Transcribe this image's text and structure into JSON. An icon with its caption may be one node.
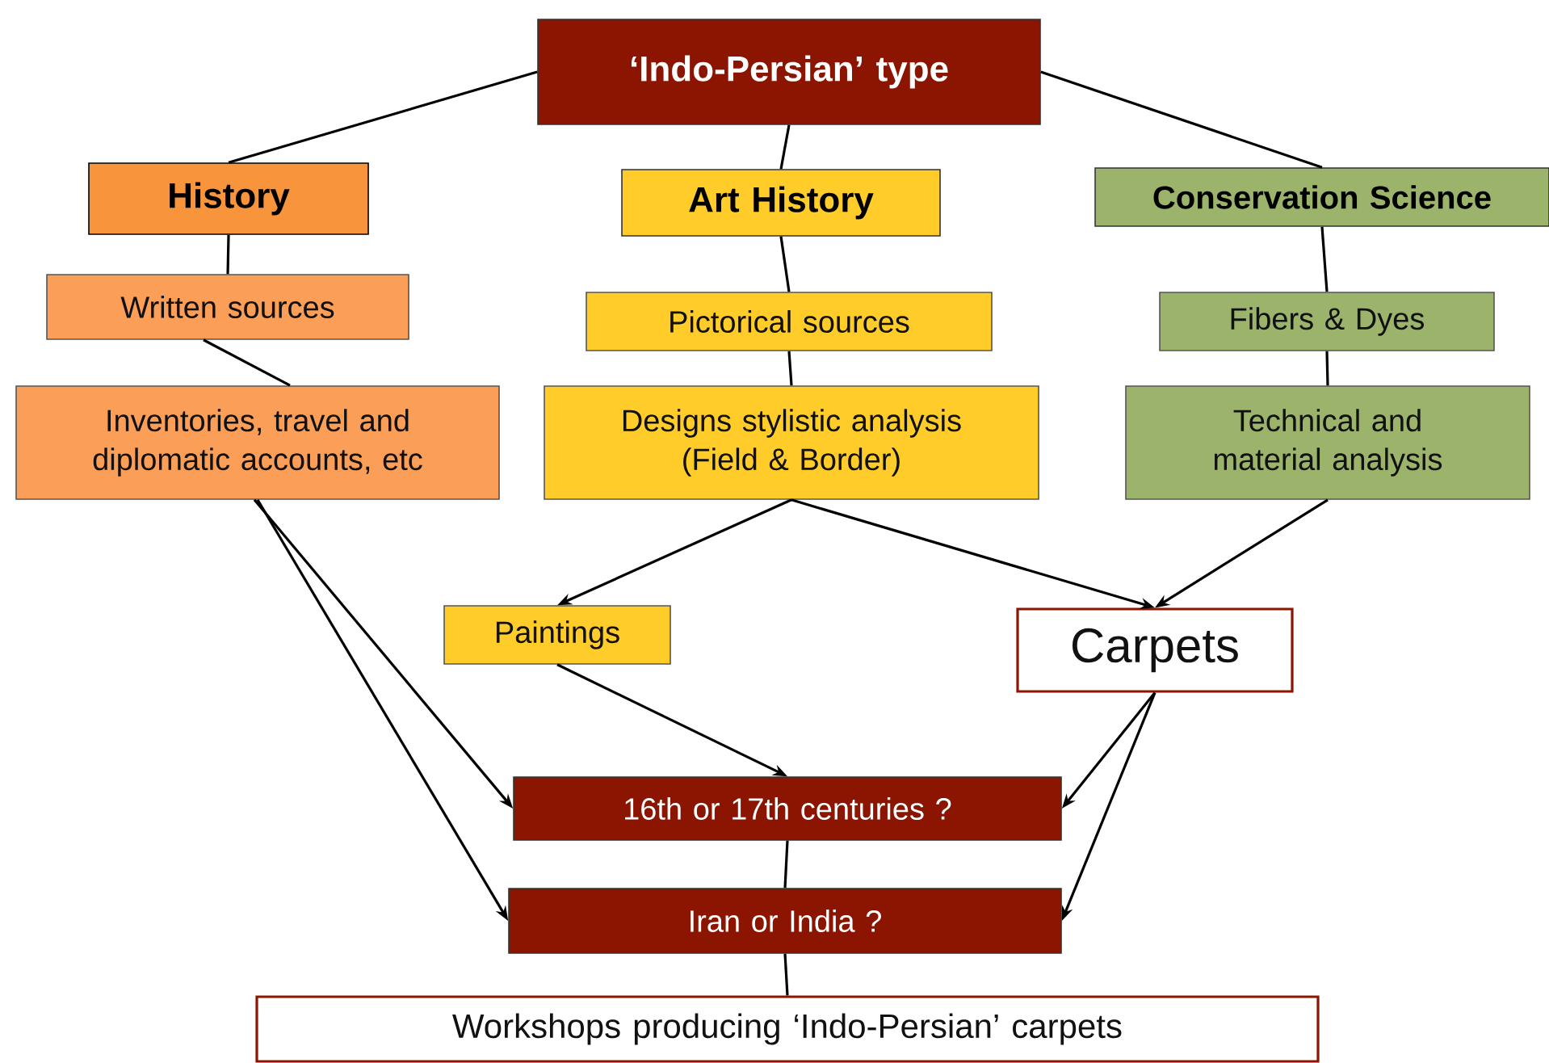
{
  "diagram": {
    "nodes": [
      {
        "text": [
          "‘Indo-Persian’ type"
        ]
      },
      {
        "text": [
          "History"
        ]
      },
      {
        "text": [
          "Art History"
        ]
      },
      {
        "text": [
          "Conservation Science"
        ]
      },
      {
        "text": [
          "Written sources"
        ]
      },
      {
        "text": [
          "Inventories, travel and diplomatic accounts, etc"
        ]
      },
      {
        "text": [
          "Pictorical sources"
        ]
      },
      {
        "text": [
          "Designs stylistic analysis (Field & Border)"
        ]
      },
      {
        "text": [
          "Fibers & Dyes"
        ]
      },
      {
        "text": [
          "Technical and material analysis"
        ]
      },
      {
        "text": [
          "Paintings"
        ]
      },
      {
        "text": [
          "Carpets"
        ]
      },
      {
        "text": [
          "16th or 17th centuries ?"
        ]
      },
      {
        "text": [
          "Iran or India ?"
        ]
      },
      {
        "text": [
          "Workshops producing ‘Indo-Persian’ carpets"
        ]
      }
    ],
    "edges": [
      {
        "from": 0,
        "to": 1,
        "arrow": "none"
      },
      {
        "from": 0,
        "to": 2,
        "arrow": "none"
      },
      {
        "from": 0,
        "to": 3,
        "arrow": "none"
      },
      {
        "from": 1,
        "to": 4,
        "arrow": "none"
      },
      {
        "from": 4,
        "to": 5,
        "arrow": "none"
      },
      {
        "from": 2,
        "to": 6,
        "arrow": "none"
      },
      {
        "from": 6,
        "to": 7,
        "arrow": "none"
      },
      {
        "from": 3,
        "to": 8,
        "arrow": "none"
      },
      {
        "from": 8,
        "to": 9,
        "arrow": "none"
      },
      {
        "from": 7,
        "to": 10,
        "arrow": "to"
      },
      {
        "from": 7,
        "to": 11,
        "arrow": "to"
      },
      {
        "from": 9,
        "to": 11,
        "arrow": "to"
      },
      {
        "from": 5,
        "to": 12,
        "arrow": "to"
      },
      {
        "from": 5,
        "to": 13,
        "arrow": "to"
      },
      {
        "from": 10,
        "to": 12,
        "arrow": "to"
      },
      {
        "from": 11,
        "to": 12,
        "arrow": "to"
      },
      {
        "from": 11,
        "to": 13,
        "arrow": "to"
      },
      {
        "from": 12,
        "to": 13,
        "arrow": "none"
      },
      {
        "from": 13,
        "to": 14,
        "arrow": "none"
      }
    ]
  }
}
